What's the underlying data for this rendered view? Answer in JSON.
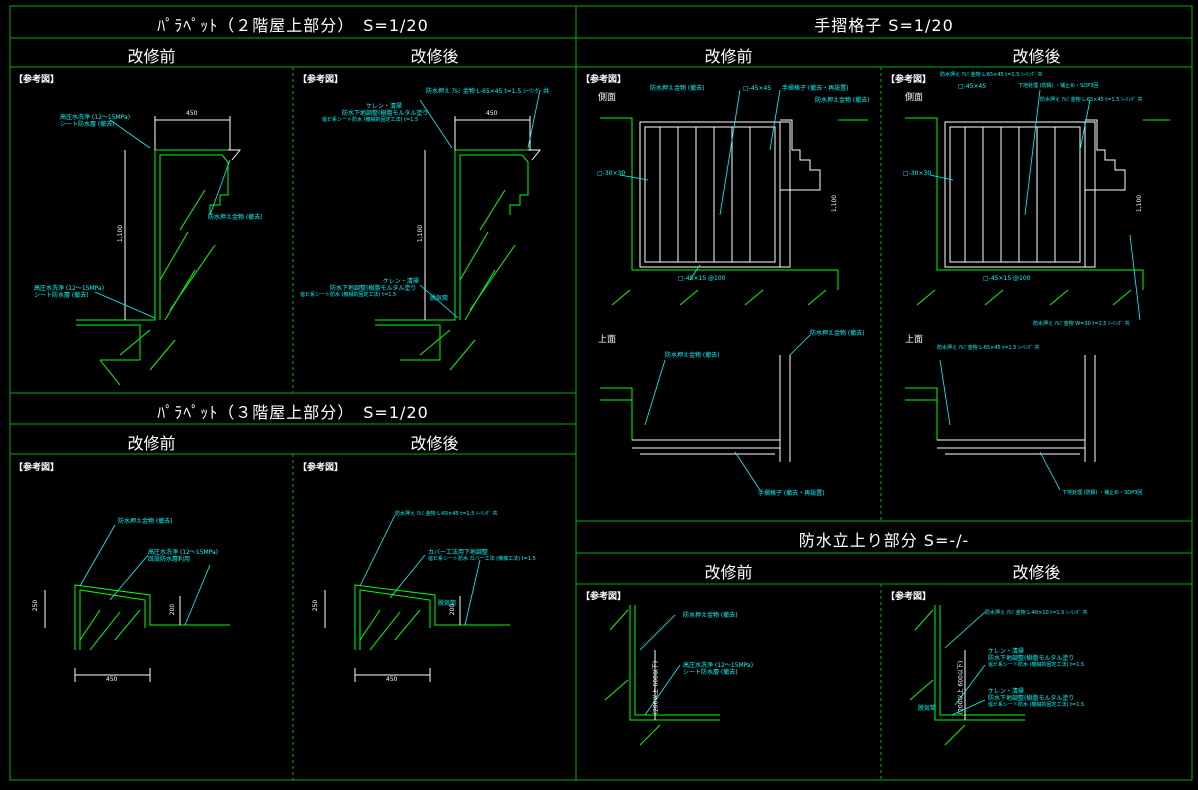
{
  "sections": {
    "parapet2": {
      "title": "ﾊﾟﾗﾍﾟｯﾄ（２階屋上部分）　S=1/20"
    },
    "railing": {
      "title": "手摺格子 S=1/20"
    },
    "parapet3": {
      "title": "ﾊﾟﾗﾍﾟｯﾄ（３階屋上部分）　S=1/20"
    },
    "waterproof_up": {
      "title": "防水立上り部分 S=-/-"
    }
  },
  "columns": {
    "before": "改修前",
    "after": "改修後"
  },
  "ref_tag": "【参考図】",
  "view_labels": {
    "side": "側面",
    "top": "上面"
  },
  "notes": {
    "p2b_membrane": "高圧水洗浄 (12～15MPa)",
    "p2b_membrane2": "シート防水層 (撤去)",
    "p2b_cap": "防水押え金物 (撤去)",
    "p2b_base1": "高圧水洗浄 (12～15MPa)",
    "p2b_base2": "シート防水層 (撤去)",
    "p2a_cap": "防水押え ｱﾙﾐ 金物 L-65×45 t=1.5 ｼｰﾘﾝｸﾞ 共",
    "p2a_k1": "ケレン・清掃",
    "p2a_k2": "防水下地調整(樹脂モルタル塗り",
    "p2a_k3": "塩ビ系シート防水 (機械的固定工法)  t=1.5",
    "p2a_k4": "ケレン・清掃",
    "p2a_k5": "防水下地調整(樹脂モルタル塗り",
    "p2a_k6": "塩ビ系シート防水 (機械的固定工法)  t=1.5",
    "p2a_drain": "脱気筒",
    "dim_450": "450",
    "dim_1100": "1,100",
    "rb_cap": "防水押え金物 (撤去)",
    "rb_pipe": "□-45×45",
    "rb_rail": "手摺格子 (撤去・再設置)",
    "rb_cap2": "防水押え金物 (撤去)",
    "rb_post": "□-30×30",
    "rb_bottom": "□-45×15 @100",
    "rb_top_cap": "防水押え金物 (撤去)",
    "rb_top_cap2": "防水押え金物 (撤去)",
    "rb_top_rail": "手摺格子 (撤去・再設置)",
    "ra_cap": "防水押え ｱﾙﾐ 金物 L-65×45 t=1.5 ｼｰﾘﾝｸﾞ 共",
    "ra_pipe": "□-45×45",
    "ra_base": "下地处理 (防錆) ・補止め・SOP3回",
    "ra_cap2": "防水押え ｱﾙﾐ 金物 L-65×45 t=1.5 ｼｰﾘﾝｸﾞ 共",
    "ra_post": "□-30×30",
    "ra_bottom": "□-45×15 @100",
    "ra_right": "防水押え ｱﾙﾐ 金物 W=30 t=1.5 ｼｰﾘﾝｸﾞ 共",
    "ra_top_cap": "防水押え ｱﾙﾐ 金物 L-65×45 t=1.5 ｼｰﾘﾝｸﾞ 共",
    "ra_top_base": "下地处理 (防錆) ・補止め・SOP3回",
    "p3b_cap": "防水押え金物 (撤去)",
    "p3b_m1": "高圧水洗浄 (12～15MPa)",
    "p3b_m2": "既設防水層利用",
    "p3a_cap": "防水押え ｱﾙﾐ 金物 L-65×45 t=1.5 ｼｰﾘﾝｸﾞ 共",
    "p3a_m1": "カバー工法用下地調整",
    "p3a_m2": "塩ビ系シート防水 カバー工法 (機械工法)  t=1.5",
    "p3a_drain": "脱気筒",
    "dim_250": "250",
    "dim_200": "200",
    "wb_cap": "防水押え金物 (撤去)",
    "wb_m1": "高圧水洗浄 (12～15MPa)",
    "wb_m2": "シート防水層 (撤去)",
    "wa_cap": "防水押え ｱﾙﾐ 金物 L-40×10 t=1.5 ｼｰﾘﾝｸﾞ 共",
    "wa_k1": "ケレン・清掃",
    "wa_k2": "防水下地調整(樹脂モルタル塗り",
    "wa_k3": "塩ビ系シート防水 (機械的固定工法)  t=1.5",
    "wa_k4": "ケレン・清掃",
    "wa_k5": "防水下地調整(樹脂モルタル塗り",
    "wa_k6": "塩ビ系シート防水 (機械的固定工法)  t=1.5",
    "wa_drain": "脱気筒",
    "dim_h": "(200以上 600以下)"
  },
  "colors": {
    "frame": "#00c000",
    "line": "#ffffff",
    "note": "#00ffff",
    "green": "#00ff00"
  }
}
